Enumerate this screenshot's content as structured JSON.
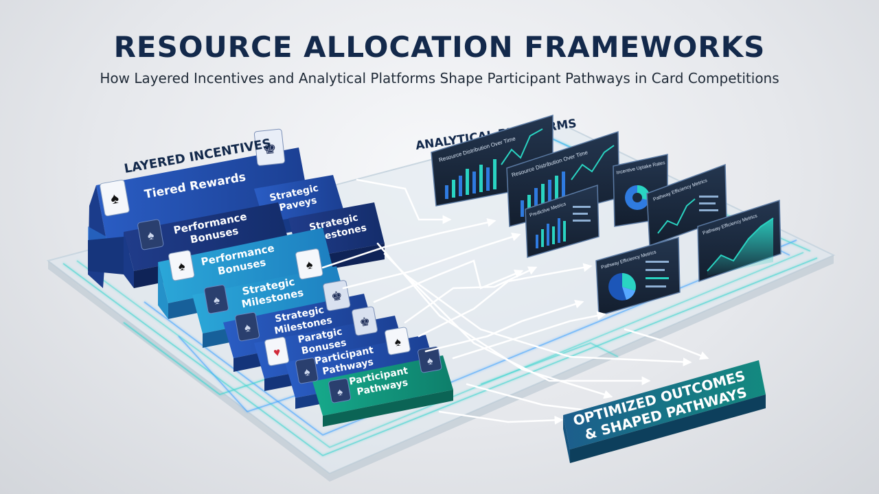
{
  "header": {
    "title": "RESOURCE ALLOCATION FRAMEWORKS",
    "subtitle": "How Layered Incentives and Analytical Platforms Shape Participant Pathways in Card Competitions"
  },
  "sections": {
    "incentives_label": "LAYERED INCENTIVES",
    "platforms_label": "ANALYTICAL PLATFORMS"
  },
  "layers": {
    "tiered_rewards": "Tiered Rewards",
    "strategic_paveys_1": "Strategic",
    "strategic_paveys_2": "Paveys",
    "performance_a_1": "Performance",
    "performance_a_2": "Bonuses",
    "milestones_a_1": "Strategic",
    "milestones_a_2": "Milestones",
    "performance_b_1": "Performance",
    "performance_b_2": "Bonuses",
    "milestones_b_1": "Strategic",
    "milestones_b_2": "Milestones",
    "milestones_c_1": "Strategic",
    "milestones_c_2": "Milestones",
    "paratgic_1": "Paratgic",
    "paratgic_2": "Bonuses",
    "pathways_a_1": "Participant",
    "pathways_a_2": "Pathways",
    "pathways_b_1": "Participant",
    "pathways_b_2": "Pathways"
  },
  "panels": {
    "p1_title": "Resource Distribution Over Time",
    "p2_title": "Resource Distribution Over Time",
    "p3_title": "Incentive Uptake Rates",
    "p4_title": "Pathway Efficiency Metrics",
    "p5_title": "Pathway Efficiency Metrics",
    "p6_title": "Pathway Efficiency Metrics",
    "p7_title": "Predictive Metrics"
  },
  "outcome": {
    "line1": "OPTIMIZED OUTCOMES",
    "line2": "& SHAPED PATHWAYS"
  },
  "colors": {
    "navy": "#13294b",
    "blue_dark": "#1c3f91",
    "blue_mid": "#2c63c9",
    "cyan": "#2aa3d6",
    "teal": "#12987f",
    "chart_teal": "#2ad4c2",
    "chart_blue": "#2f7be0",
    "panel_bg": "#1b2a3f",
    "circuit": "#3fd6d0"
  },
  "icons": [
    "spade-card-icon",
    "king-card-icon",
    "heart-card-icon",
    "pie-chart-icon",
    "line-chart-icon",
    "bar-chart-icon"
  ]
}
